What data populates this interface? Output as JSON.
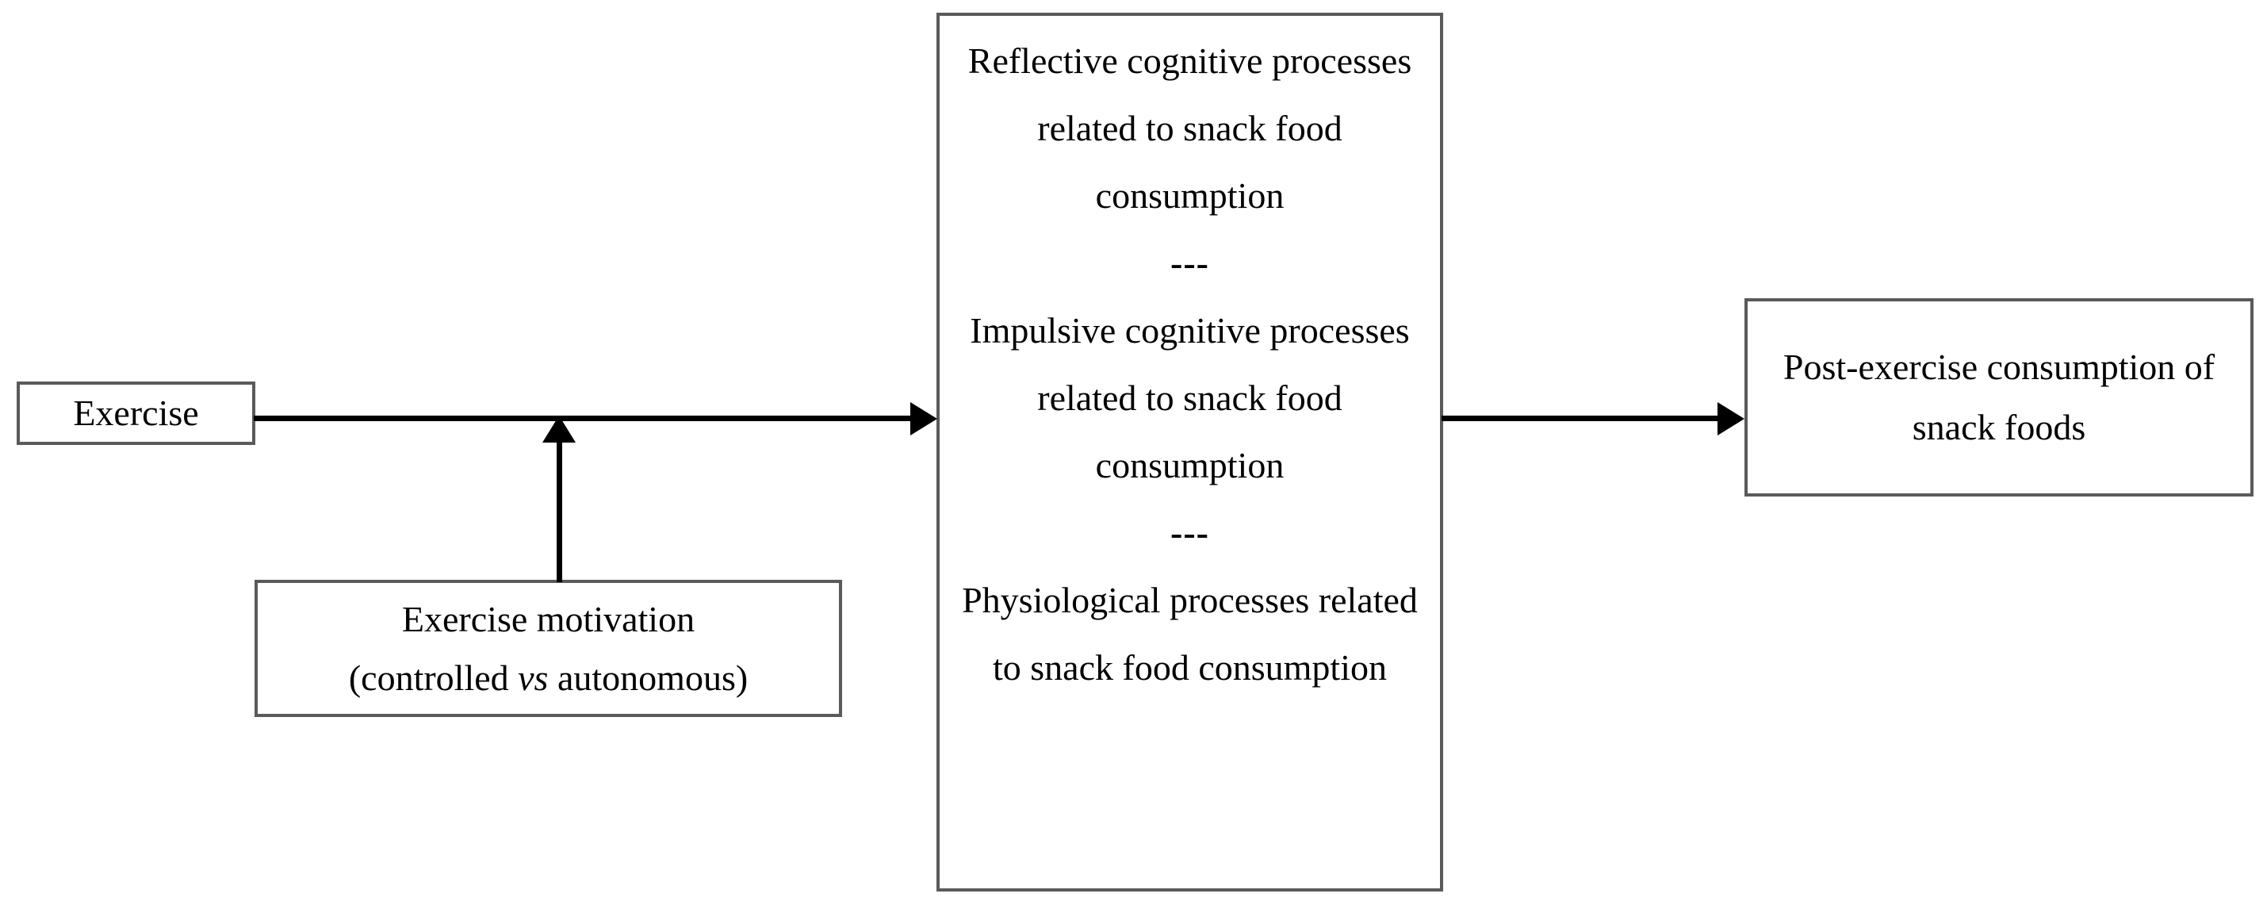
{
  "diagram": {
    "type": "flow-diagram",
    "title": "",
    "background_color": "#ffffff",
    "box_border_color": "#5a5a5a",
    "connector_color": "#000000",
    "nodes": [
      {
        "id": "exercise",
        "name": "exercise",
        "lines": [
          "Exercise"
        ]
      },
      {
        "id": "motivation",
        "name": "exercise-motivation",
        "lines": [
          "Exercise motivation",
          "(controlled vs autonomous)"
        ],
        "line1": "Exercise motivation",
        "line2_prefix": "(controlled ",
        "line2_italic": "vs",
        "line2_suffix": " autonomous)"
      },
      {
        "id": "mechanisms",
        "name": "mechanisms",
        "lines": [
          "Reflective cognitive processes related to snack food consumption",
          "---",
          "Impulsive cognitive processes related to snack food consumption",
          "---",
          "Physiological processes related to snack food consumption"
        ],
        "block1": "Reflective cognitive processes related to snack food consumption",
        "separator1": "---",
        "block2": "Impulsive cognitive processes related to snack food consumption",
        "separator2": "---",
        "block3": "Physiological processes related to snack food consumption"
      },
      {
        "id": "outcome",
        "name": "post-exercise-consumption",
        "lines": [
          "Post-exercise consumption of snack foods"
        ],
        "text": "Post-exercise consumption of snack foods"
      }
    ],
    "edges": [
      {
        "id": "edge1",
        "from": "exercise",
        "to": "mechanisms",
        "style": "arrow-right"
      },
      {
        "id": "edge2",
        "from": "mechanisms",
        "to": "outcome",
        "style": "arrow-right"
      },
      {
        "id": "edge3",
        "from": "motivation",
        "to": "edge1",
        "style": "arrow-up",
        "role": "moderator"
      }
    ]
  }
}
